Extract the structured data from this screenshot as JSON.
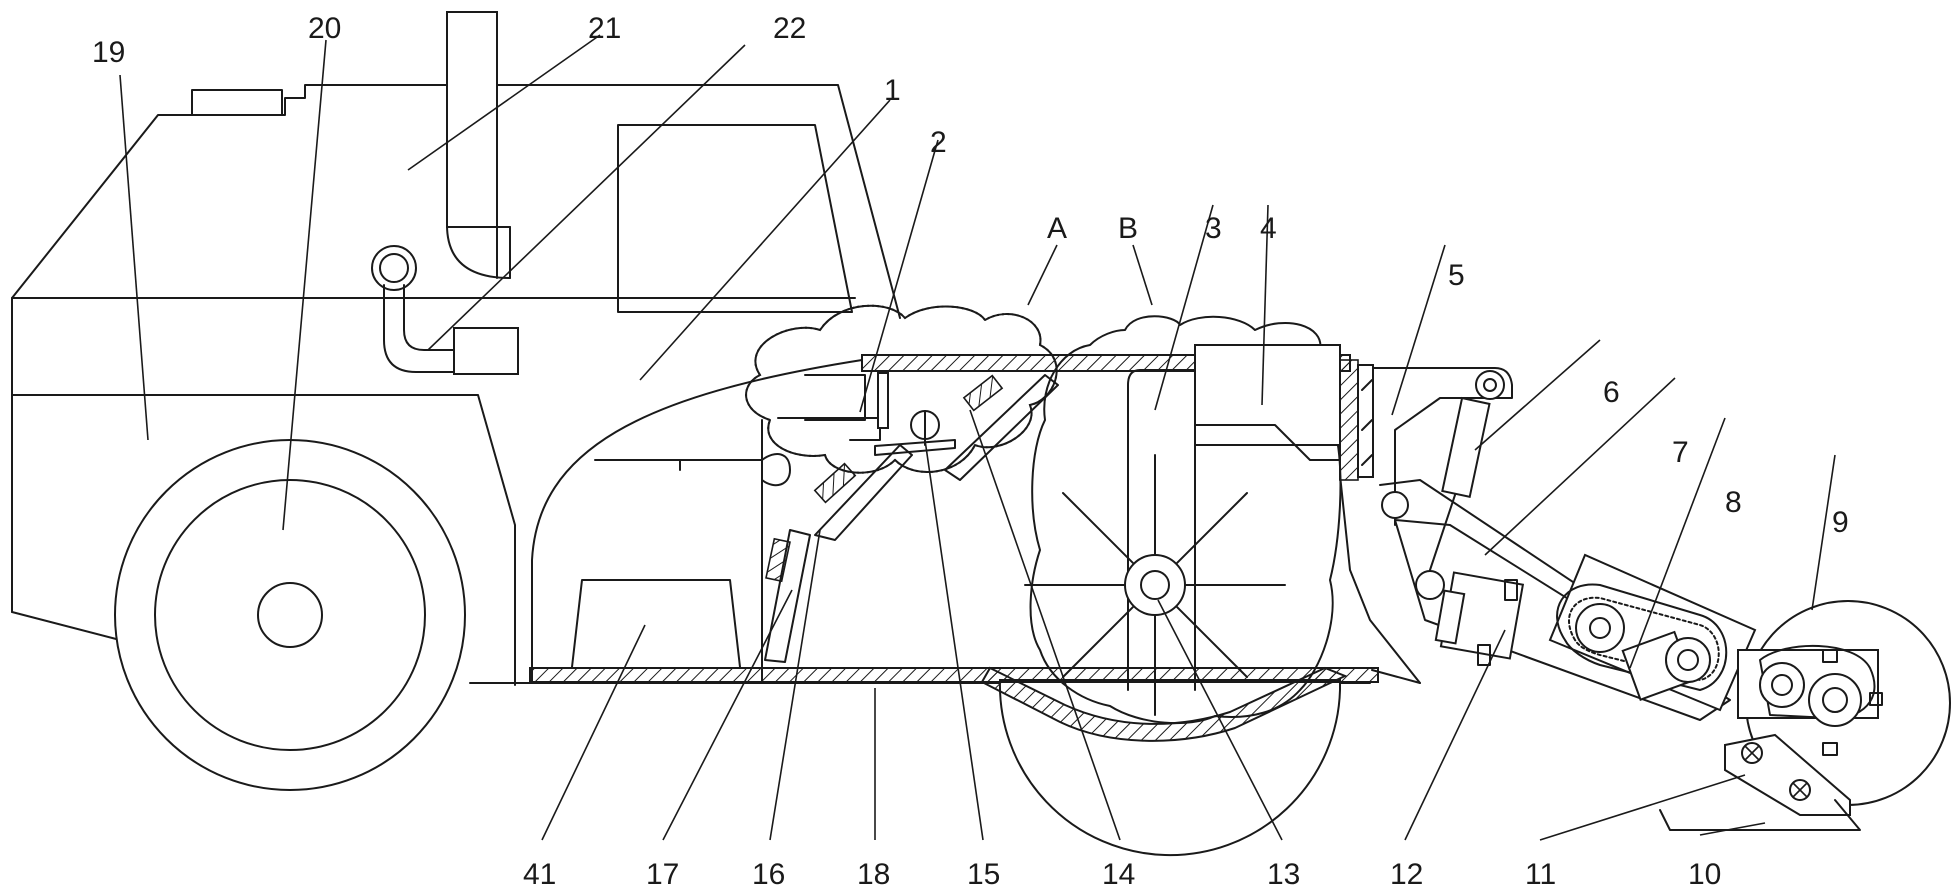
{
  "labels": {
    "l1": "1",
    "l2": "2",
    "l3": "3",
    "l4": "4",
    "l5": "5",
    "l6": "6",
    "l7": "7",
    "l8": "8",
    "l9": "9",
    "l10": "10",
    "l11": "11",
    "l12": "12",
    "l13": "13",
    "l14": "14",
    "l15": "15",
    "l16": "16",
    "l17": "17",
    "l18": "18",
    "l19": "19",
    "l20": "20",
    "l21": "21",
    "l22": "22",
    "l41": "41",
    "lA": "A",
    "lB": "B"
  },
  "colors": {
    "line": "#1a1a1a",
    "background": "#ffffff"
  }
}
